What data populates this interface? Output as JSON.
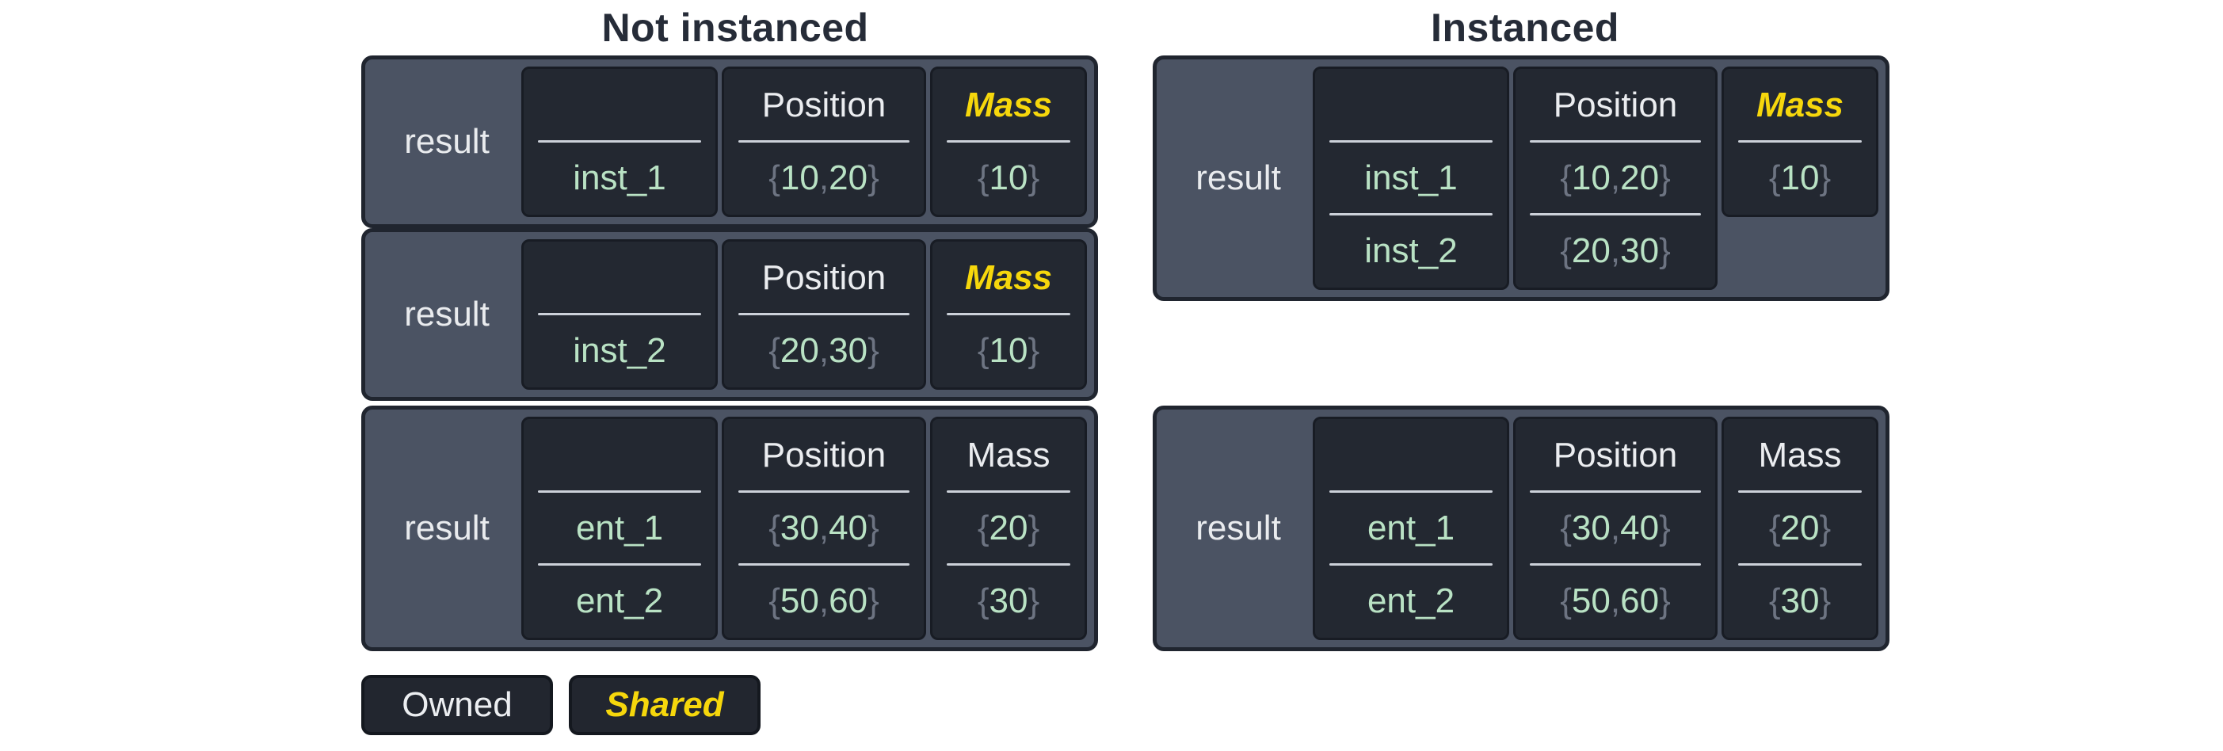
{
  "titles": {
    "left": "Not instanced",
    "right": "Instanced"
  },
  "headers": {
    "position": "Position",
    "mass": "Mass"
  },
  "legend": {
    "owned": "Owned",
    "shared": "Shared"
  },
  "colors": {
    "shared_yellow": "#f6d70c",
    "value_green": "#b9e2c4",
    "punct_gray": "#6d7482",
    "outer_slate": "#4b5363",
    "cell_dark": "#232831",
    "page_bg": "#ffffff"
  },
  "boxes": {
    "ni1": {
      "result": "result",
      "rows": [
        {
          "name": "inst_1",
          "position": "{10, 20}",
          "mass": "{10}"
        }
      ]
    },
    "ni2": {
      "result": "result",
      "rows": [
        {
          "name": "inst_2",
          "position": "{20, 30}",
          "mass": "{10}"
        }
      ]
    },
    "ni3": {
      "result": "result",
      "rows": [
        {
          "name": "ent_1",
          "position": "{30, 40}",
          "mass": "{20}"
        },
        {
          "name": "ent_2",
          "position": "{50, 60}",
          "mass": "{30}"
        }
      ]
    },
    "i1": {
      "result": "result",
      "shared_mass": "{10}",
      "rows": [
        {
          "name": "inst_1",
          "position": "{10, 20}"
        },
        {
          "name": "inst_2",
          "position": "{20, 30}"
        }
      ]
    },
    "i2": {
      "result": "result",
      "rows": [
        {
          "name": "ent_1",
          "position": "{30, 40}",
          "mass": "{20}"
        },
        {
          "name": "ent_2",
          "position": "{50, 60}",
          "mass": "{30}"
        }
      ]
    }
  }
}
